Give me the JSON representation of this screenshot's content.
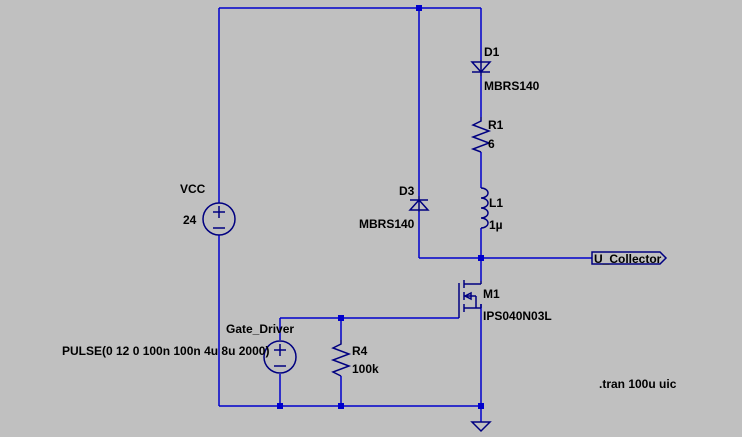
{
  "colors": {
    "background": "#c0c0c0",
    "wire": "#0000cc",
    "component": "#000080",
    "junction": "#0000cc",
    "text": "#000000"
  },
  "components": {
    "vcc": {
      "name": "VCC",
      "value": "24"
    },
    "gate_driver": {
      "name": "Gate_Driver",
      "value": "PULSE(0 12 0 100n 100n 4u 8u 2000)"
    },
    "r4": {
      "name": "R4",
      "value": "100k"
    },
    "d1": {
      "name": "D1",
      "value": "MBRS140"
    },
    "r1": {
      "name": "R1",
      "value": "6"
    },
    "l1": {
      "name": "L1",
      "value": "1µ"
    },
    "d3": {
      "name": "D3",
      "value": "MBRS140"
    },
    "m1": {
      "name": "M1",
      "value": "IPS040N03L"
    }
  },
  "net_label": "U_Collector",
  "directive": ".tran 100u uic",
  "icons": {
    "voltage_source": "voltage-source-icon",
    "diode": "diode-icon",
    "resistor": "resistor-icon",
    "inductor": "inductor-icon",
    "mosfet": "nmos-transistor-icon",
    "ground": "ground-icon",
    "junction": "junction-dot-icon"
  }
}
